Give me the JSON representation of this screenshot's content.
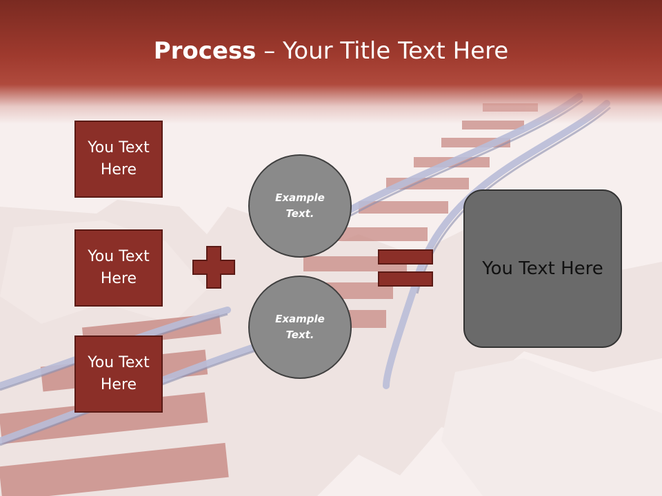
{
  "slide": {
    "title_bold": "Process",
    "title_rest": " – Your Title Text Here",
    "left_boxes": [
      {
        "line1": "You Text",
        "line2": "Here"
      },
      {
        "line1": "You Text",
        "line2": "Here"
      },
      {
        "line1": "You Text",
        "line2": "Here"
      }
    ],
    "circles": [
      {
        "line1": "Example",
        "line2": "Text."
      },
      {
        "line1": "Example",
        "line2": "Text."
      }
    ],
    "result": "You Text Here",
    "operators": {
      "plus": "plus-icon",
      "equals": "equals-icon"
    },
    "colors": {
      "header": "#9f3a2e",
      "box": "#8b2f28",
      "circle": "#8a8a8a",
      "result": "#6a6a6a"
    }
  }
}
